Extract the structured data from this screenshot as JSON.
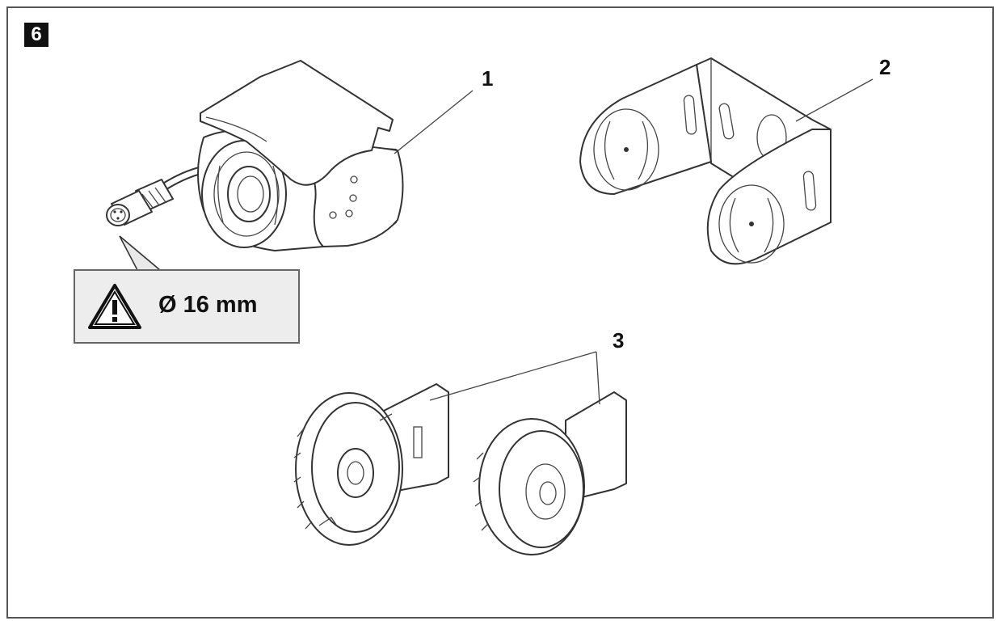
{
  "figure": {
    "number": "6"
  },
  "callouts": {
    "camera": "1",
    "bracket": "2",
    "adapters": "3"
  },
  "warning": {
    "text": "Ø 16 mm",
    "icon": "warning-triangle-icon"
  },
  "colors": {
    "line": "#333333",
    "panel": "#ededed",
    "badge": "#111111"
  }
}
